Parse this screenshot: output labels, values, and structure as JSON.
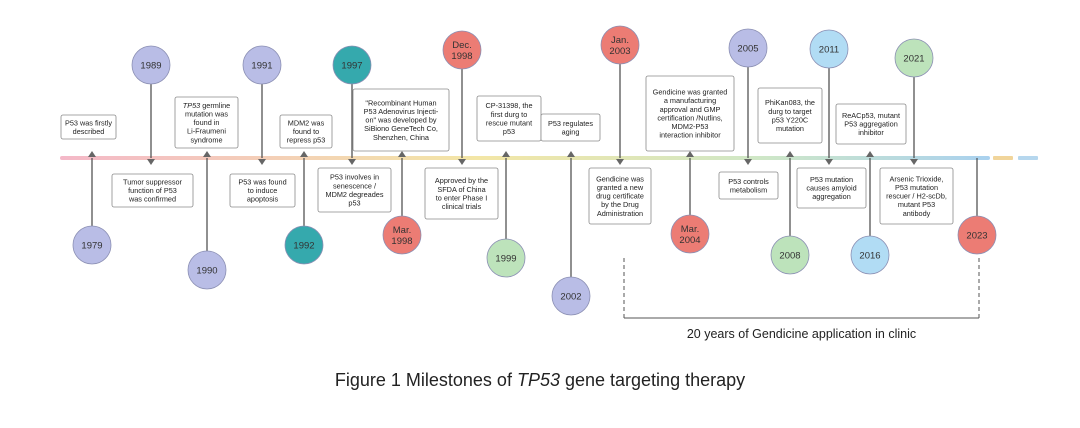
{
  "milestones": [
    {
      "id": "m1979",
      "label": "1979",
      "color": "#b9bde6",
      "text": [
        "P53 was firstly",
        "described"
      ]
    },
    {
      "id": "m1989",
      "label": "1989",
      "color": "#b9bde6",
      "text": [
        "Tumor suppressor",
        "function  of P53",
        "was confirmed"
      ]
    },
    {
      "id": "m1990",
      "label": "1990",
      "color": "#b9bde6",
      "text": [
        "TP53 germline",
        "mutation was",
        "found in",
        "Li-Fraumeni",
        "syndrome"
      ]
    },
    {
      "id": "m1991",
      "label": "1991",
      "color": "#b9bde6",
      "text": [
        "P53 was found",
        "to induce",
        "apoptosis"
      ]
    },
    {
      "id": "m1992",
      "label": "1992",
      "color": "#35a9ad",
      "text": [
        "MDM2 was",
        "found to",
        "repress p53"
      ]
    },
    {
      "id": "m1997",
      "label": "1997",
      "color": "#35a9ad",
      "text": [
        "P53 involves in",
        "senescence /",
        "MDM2 degreades",
        "p53"
      ]
    },
    {
      "id": "mmar1998",
      "label": [
        "Mar.",
        "1998"
      ],
      "color": "#ec7c74",
      "text": [
        "\"Recombinant Human",
        "P53 Adenovirus Injecti-",
        "on\" was developed by",
        "SiBiono GeneTech Co,",
        "Shenzhen, China"
      ]
    },
    {
      "id": "mdec1998",
      "label": [
        "Dec.",
        "1998"
      ],
      "color": "#ec7c74",
      "text": [
        "Approved by the",
        "SFDA of China",
        "to enter Phase I",
        "clinical trials"
      ]
    },
    {
      "id": "m1999",
      "label": "1999",
      "color": "#bde3bb",
      "text": [
        "CP-31398, the",
        "first durg to",
        "rescue mutant",
        "p53"
      ]
    },
    {
      "id": "m2002",
      "label": "2002",
      "color": "#b9bde6",
      "text": [
        "P53 regulates",
        "aging"
      ]
    },
    {
      "id": "mjan2003",
      "label": [
        "Jan.",
        "2003"
      ],
      "color": "#ec7c74",
      "text": [
        "Gendicine was",
        "granted a new",
        "drug certificate",
        "by the Drug",
        "Administration"
      ]
    },
    {
      "id": "mmar2004",
      "label": [
        "Mar.",
        "2004"
      ],
      "color": "#ec7c74",
      "text": [
        "Gendicine was granted",
        "a manufacturing",
        "approval and GMP",
        "certification /Nutlins,",
        "MDM2-P53",
        "interaction inhibitor"
      ]
    },
    {
      "id": "m2005",
      "label": "2005",
      "color": "#b9bde6",
      "text": [
        "P53 controls",
        "metabolism"
      ]
    },
    {
      "id": "m2008",
      "label": "2008",
      "color": "#bde3bb",
      "text": [
        "PhiKan083, the",
        "durg to target",
        "p53 Y220C",
        "mutation"
      ]
    },
    {
      "id": "m2011",
      "label": "2011",
      "color": "#b1dcf4",
      "text": [
        "P53 mutation",
        "causes amyloid",
        "aggregation"
      ]
    },
    {
      "id": "m2016",
      "label": "2016",
      "color": "#b1dcf4",
      "text": [
        "ReACp53, mutant",
        "P53 aggregation",
        "inhibitor"
      ]
    },
    {
      "id": "m2021",
      "label": "2021",
      "color": "#bde3bb",
      "text": [
        "Arsenic Trioxide,",
        "P53 mutation",
        "rescuer / H2-scDb,",
        "mutant P53",
        "antibody"
      ]
    },
    {
      "id": "m2023",
      "label": "2023",
      "color": "#ec7c74",
      "text": []
    }
  ],
  "bracket_label": "20 years of Gendicine application in clinic",
  "caption": {
    "prefix": "Figure 1 Milestones of ",
    "italic": "TP53",
    "suffix": " gene targeting therapy"
  }
}
